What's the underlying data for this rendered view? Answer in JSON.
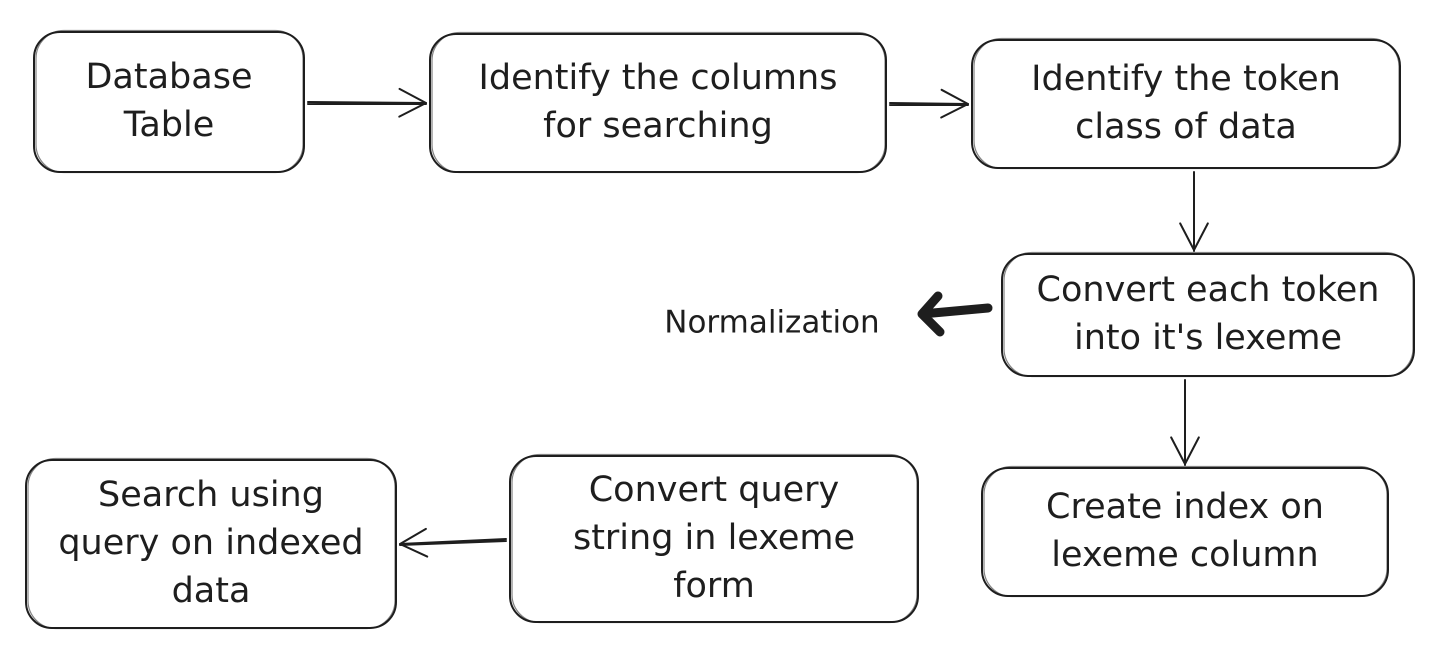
{
  "diagram": {
    "nodes": [
      {
        "id": "database-table",
        "lines": [
          "Database",
          "Table"
        ]
      },
      {
        "id": "identify-columns",
        "lines": [
          "Identify the columns",
          "for searching"
        ]
      },
      {
        "id": "identify-token-class",
        "lines": [
          "Identify the token",
          "class of data"
        ]
      },
      {
        "id": "convert-token-lexeme",
        "lines": [
          "Convert each token",
          "into it's lexeme"
        ]
      },
      {
        "id": "create-index",
        "lines": [
          "Create index on",
          "lexeme column"
        ]
      },
      {
        "id": "convert-query",
        "lines": [
          "Convert query",
          "string in lexeme",
          "form"
        ]
      },
      {
        "id": "search-indexed",
        "lines": [
          "Search using",
          "query on indexed",
          "data"
        ]
      }
    ],
    "edges": [
      {
        "from": "database-table",
        "to": "identify-columns"
      },
      {
        "from": "identify-columns",
        "to": "identify-token-class"
      },
      {
        "from": "identify-token-class",
        "to": "convert-token-lexeme"
      },
      {
        "from": "convert-token-lexeme",
        "to": "create-index"
      },
      {
        "from": "convert-query",
        "to": "search-indexed"
      }
    ],
    "annotation": {
      "text": "Normalization",
      "target": "convert-token-lexeme"
    },
    "colors": {
      "stroke": "#1e1e1e",
      "fill": "#ffffff",
      "background": "#ffffff"
    }
  }
}
